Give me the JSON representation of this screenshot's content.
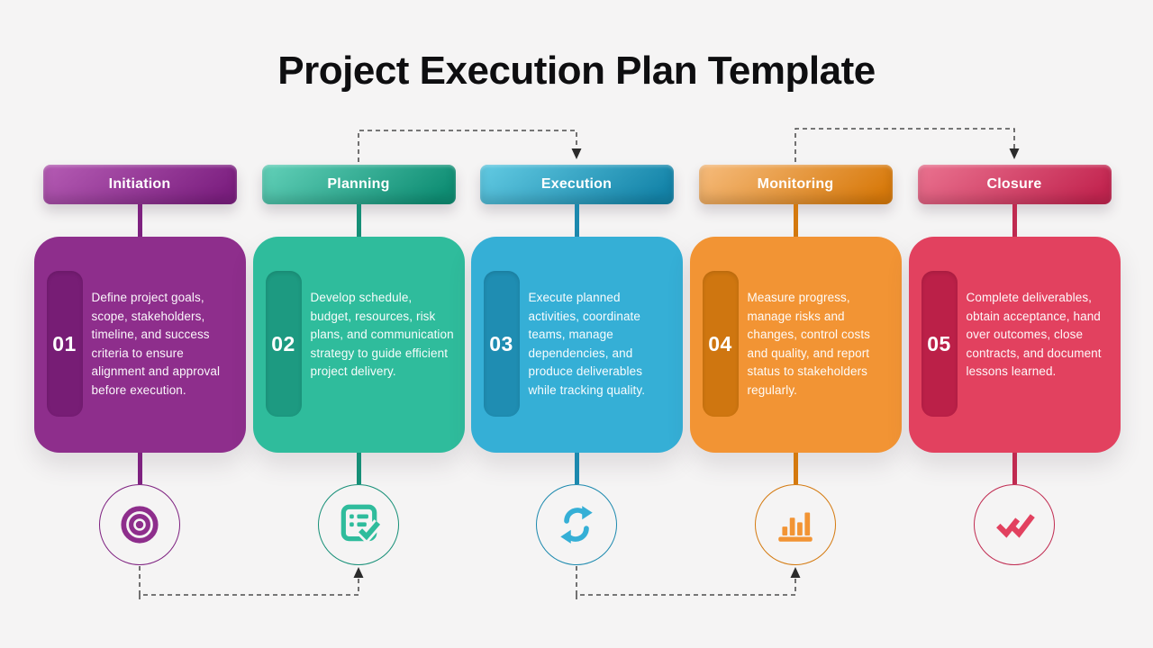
{
  "title": "Project Execution Plan Template",
  "background_color": "#f5f4f4",
  "connector_color": "#2b2b2b",
  "stages": [
    {
      "label": "Initiation",
      "number": "01",
      "description": "Define project goals, scope, stakeholders, timeline, and success criteria to ensure alignment and approval before execution.",
      "icon": "target-icon",
      "colors": {
        "pill_light": "#b55cb4",
        "pill_dark": "#7c1f80",
        "card": "#8e2e8c",
        "tab": "#771d75",
        "stem": "#7e2180"
      }
    },
    {
      "label": "Planning",
      "number": "02",
      "description": "Develop schedule, budget, resources, risk plans, and communication strategy to guide efficient project delivery.",
      "icon": "checklist-icon",
      "colors": {
        "pill_light": "#63d1b9",
        "pill_dark": "#0f8e74",
        "card": "#2fbc9c",
        "tab": "#1d9a81",
        "stem": "#168f77"
      }
    },
    {
      "label": "Execution",
      "number": "03",
      "description": "Execute planned activities, coordinate teams, manage dependencies, and produce deliverables while tracking quality.",
      "icon": "sync-arrows-icon",
      "colors": {
        "pill_light": "#63cbe3",
        "pill_dark": "#1484a9",
        "card": "#35afd6",
        "tab": "#1f8db2",
        "stem": "#1c89ae"
      }
    },
    {
      "label": "Monitoring",
      "number": "04",
      "description": "Measure progress, manage risks and changes, control costs and quality, and report status to stakeholders regularly.",
      "icon": "bar-chart-icon",
      "colors": {
        "pill_light": "#f6bc7d",
        "pill_dark": "#d87a0c",
        "card": "#f29434",
        "tab": "#cf7610",
        "stem": "#d4790e"
      }
    },
    {
      "label": "Closure",
      "number": "05",
      "description": "Complete deliverables, obtain acceptance, hand over outcomes, close contracts, and document lessons learned.",
      "icon": "double-check-icon",
      "colors": {
        "pill_light": "#ea7390",
        "pill_dark": "#c32550",
        "card": "#e2415f",
        "tab": "#bb2048",
        "stem": "#c02a50"
      }
    }
  ]
}
